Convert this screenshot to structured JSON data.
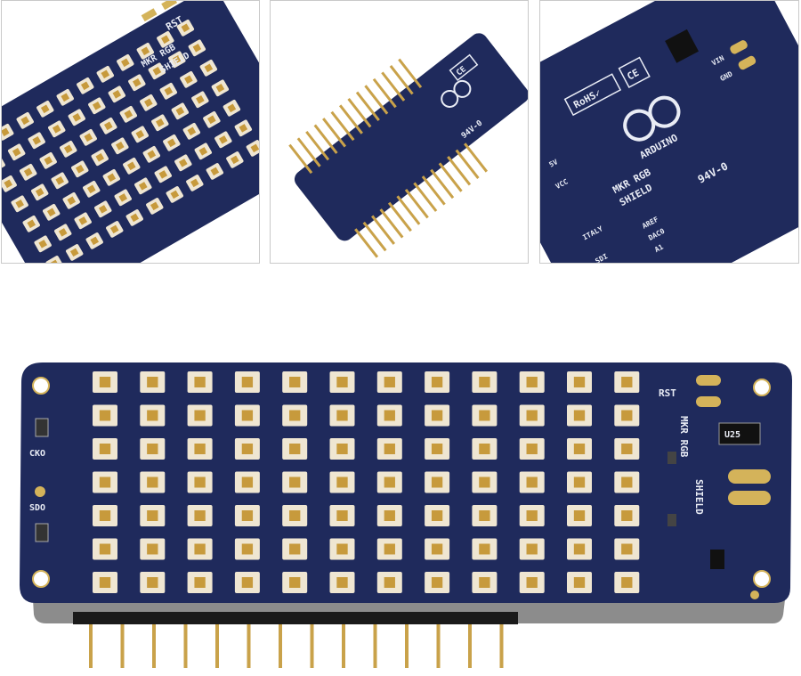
{
  "gallery": {
    "thumbnails": [
      {
        "view": "LED matrix corner close-up"
      },
      {
        "view": "Back side with header pins"
      },
      {
        "view": "Logo and markings close-up"
      }
    ]
  },
  "board": {
    "colors": {
      "pcb": "#1f2a5c",
      "pcb_edge": "#161f47",
      "led_body": "#efe6d2",
      "led_center": "#c79a3c",
      "gold_pad": "#d4b35a",
      "pin": "#c9a24a",
      "header": "#1a1a1a"
    },
    "led_rows": 7,
    "led_columns": 12,
    "labels": {
      "rst": "RST",
      "cko": "CKO",
      "sdo": "SDO",
      "name_line1": "MKR RGB",
      "name_line2": "SHIELD",
      "chip": "U25",
      "rohs": "RoHS✓",
      "ce": "CE",
      "brand": "ARDUINO",
      "rating": "94V-0",
      "vin": "VIN",
      "gnd": "GND",
      "v5": "5V",
      "vcc": "VCC",
      "aref": "AREF",
      "dac": "DAC0",
      "a1": "A1",
      "sdi": "SDI",
      "made_in": "ITALY"
    }
  }
}
